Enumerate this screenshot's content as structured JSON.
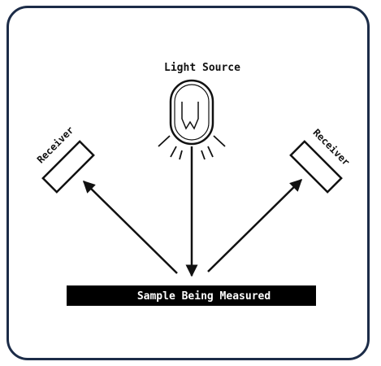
{
  "diagram": {
    "light_source_label": "Light Source",
    "receiver_left_label": "Receiver",
    "receiver_right_label": "Receiver",
    "sample_label": "Sample Being Measured",
    "colors": {
      "frame_border": "#1c2c48",
      "ink": "#111111",
      "sample_bar": "#000000",
      "sample_text": "#ffffff"
    },
    "icons": [
      "light-bulb-icon",
      "receiver-icon"
    ]
  }
}
